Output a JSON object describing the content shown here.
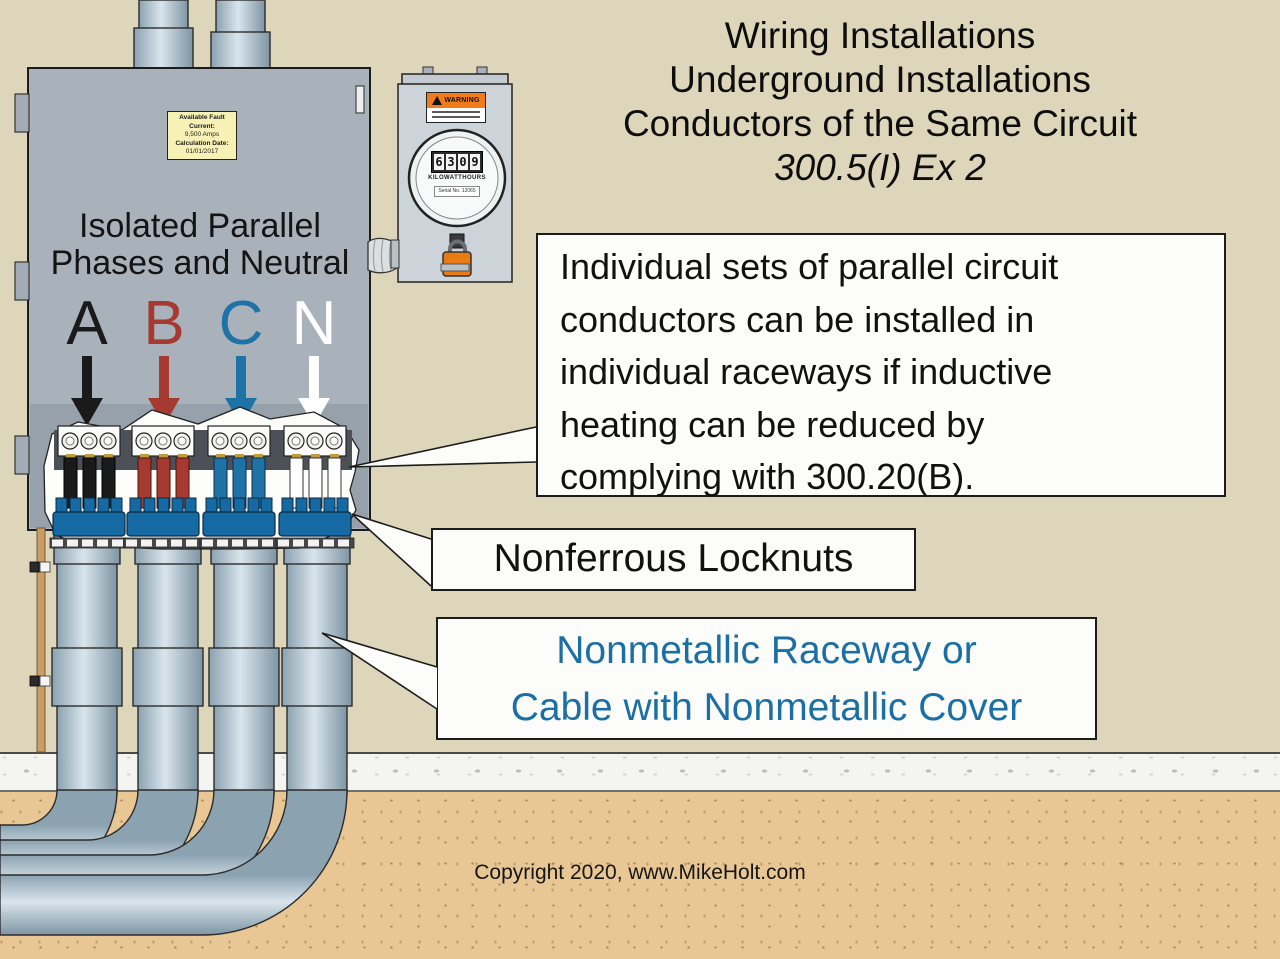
{
  "title": {
    "lines": [
      "Wiring Installations",
      "Underground Installations",
      "Conductors of the Same Circuit",
      "300.5(I) Ex 2"
    ]
  },
  "panel": {
    "heading": {
      "line1": "Isolated Parallel",
      "line2": "Phases and Neutral"
    },
    "phases": [
      {
        "letter": "A",
        "color": "#1a1a1a"
      },
      {
        "letter": "B",
        "color": "#a63a30"
      },
      {
        "letter": "C",
        "color": "#1f72a5"
      },
      {
        "letter": "N",
        "color": "#ffffff"
      }
    ],
    "fault_label": {
      "line1": "Available Fault Current:",
      "line2": "9,500 Amps",
      "line3": "Calculation Date:",
      "line4": "01/01/2017",
      "background": "#f7f1b6"
    }
  },
  "meter": {
    "warning_text": "WARNING",
    "digits": [
      "6",
      "3",
      "0",
      "9"
    ],
    "unit_label": "KILOWATTHOURS",
    "serial_label": "Serial No. 12065"
  },
  "callouts": {
    "main": {
      "lines": [
        "Individual sets of parallel circuit",
        "conductors can be installed in",
        "individual raceways if inductive",
        "heating can be reduced by",
        "complying with 300.20(B)."
      ]
    },
    "locknuts": {
      "text": "Nonferrous Locknuts"
    },
    "raceway": {
      "line1": "Nonmetallic Raceway or",
      "line2": "Cable with Nonmetallic Cover",
      "text_color": "#1b6fa5"
    }
  },
  "footer": {
    "copyright": "Copyright 2020, www.MikeHolt.com"
  },
  "colors": {
    "background": "#ded6bb",
    "panel_gray": "#a9b2bb",
    "conduit_blue_gray": "#b9cdd9",
    "locknut_blue": "#156aa3",
    "soil": "#e8c795",
    "concrete": "#f4f4f1",
    "warning_orange": "#f07d1a",
    "padlock_orange": "#e87c12"
  }
}
